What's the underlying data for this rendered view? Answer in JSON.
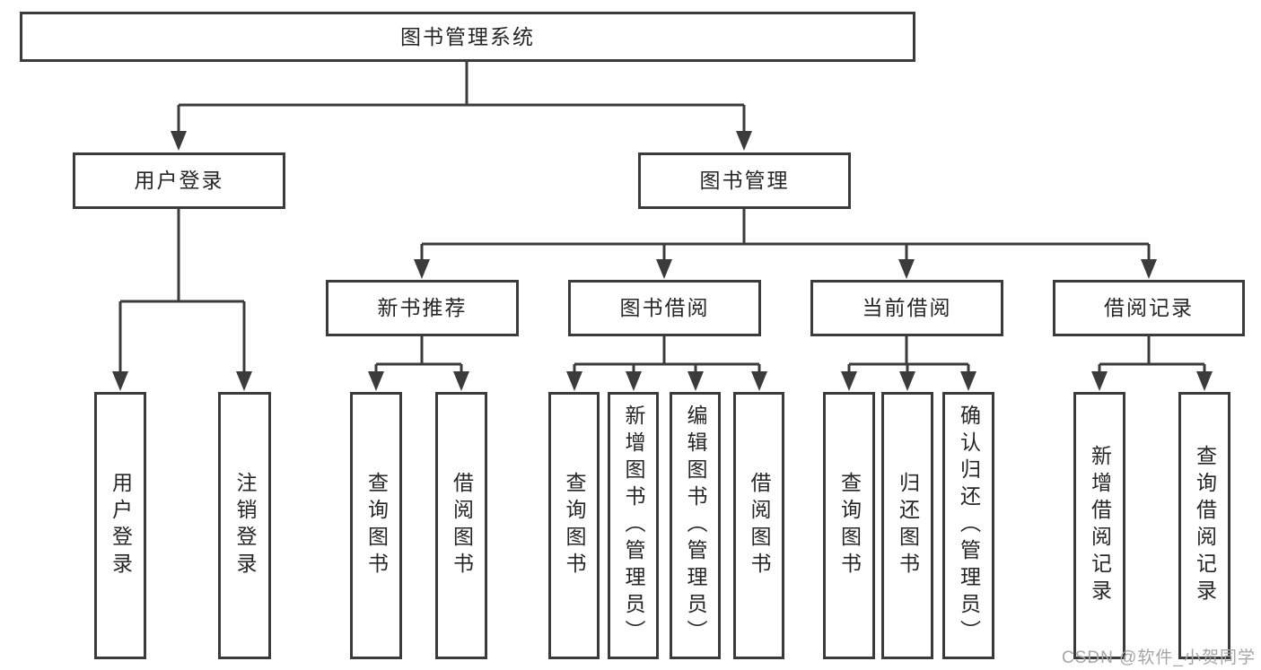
{
  "diagram": {
    "root": {
      "label": "图书管理系统"
    },
    "branches": [
      {
        "label": "用户登录",
        "children": [
          {
            "label": "用户登录"
          },
          {
            "label": "注销登录"
          }
        ]
      },
      {
        "label": "图书管理",
        "children": [
          {
            "label": "新书推荐",
            "children": [
              {
                "label": "查询图书"
              },
              {
                "label": "借阅图书"
              }
            ]
          },
          {
            "label": "图书借阅",
            "children": [
              {
                "label": "查询图书"
              },
              {
                "label": "新增图书（管理员）"
              },
              {
                "label": "编辑图书（管理员）"
              },
              {
                "label": "借阅图书"
              }
            ]
          },
          {
            "label": "当前借阅",
            "children": [
              {
                "label": "查询图书"
              },
              {
                "label": "归还图书"
              },
              {
                "label": "确认归还（管理员）"
              }
            ]
          },
          {
            "label": "借阅记录",
            "children": [
              {
                "label": "新增借阅记录"
              },
              {
                "label": "查询借阅记录"
              }
            ]
          }
        ]
      }
    ]
  },
  "watermark": {
    "text": "CSDN @软件_小贺同学"
  },
  "colors": {
    "line": "#3b3b3b",
    "text": "#262626",
    "background": "#ffffff",
    "watermark": "#a6a6a6"
  }
}
